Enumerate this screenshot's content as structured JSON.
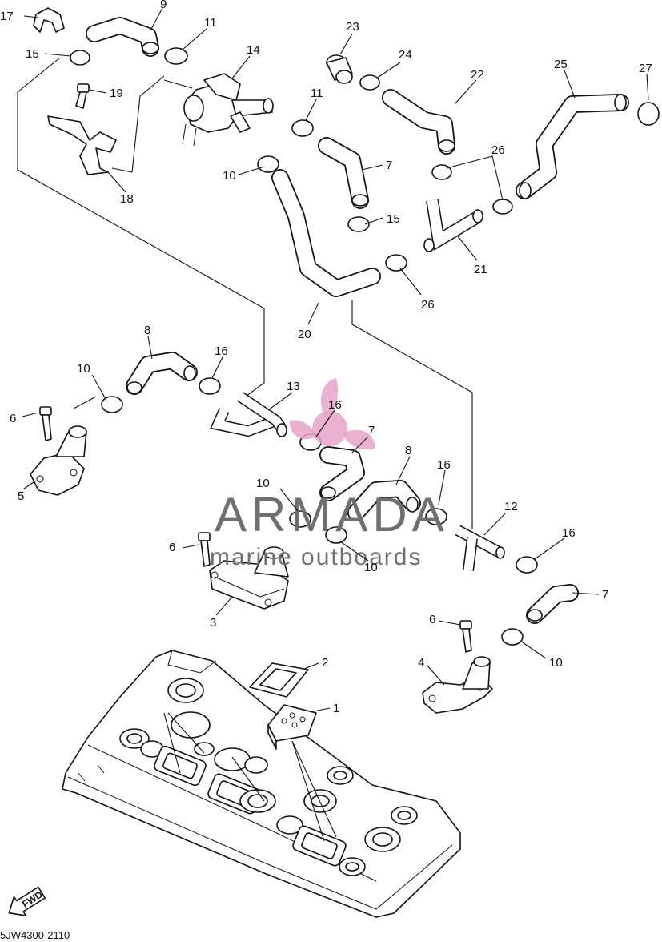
{
  "callouts": {
    "c1": "1",
    "c2": "2",
    "c3": "3",
    "c4": "4",
    "c5": "5",
    "c6a": "6",
    "c6b": "6",
    "c6c": "6",
    "c7a": "7",
    "c7b": "7",
    "c7c": "7",
    "c8a": "8",
    "c8b": "8",
    "c9": "9",
    "c10a": "10",
    "c10b": "10",
    "c10c": "10",
    "c10d": "10",
    "c10e": "10",
    "c11a": "11",
    "c11b": "11",
    "c12": "12",
    "c13": "13",
    "c14": "14",
    "c15a": "15",
    "c15b": "15",
    "c16a": "16",
    "c16b": "16",
    "c16c": "16",
    "c16d": "16",
    "c17": "17",
    "c18": "18",
    "c19": "19",
    "c20": "20",
    "c21": "21",
    "c22": "22",
    "c23": "23",
    "c24": "24",
    "c25": "25",
    "c26a": "26",
    "c26b": "26",
    "c27": "27"
  },
  "watermark": {
    "brand": "ARMADA",
    "tagline": "marine outboards",
    "logo_color": "#e8a3c8",
    "text_color": "#6f6f6f"
  },
  "fwd_label": "FWD",
  "diagram_code": "5JW4300-2110"
}
